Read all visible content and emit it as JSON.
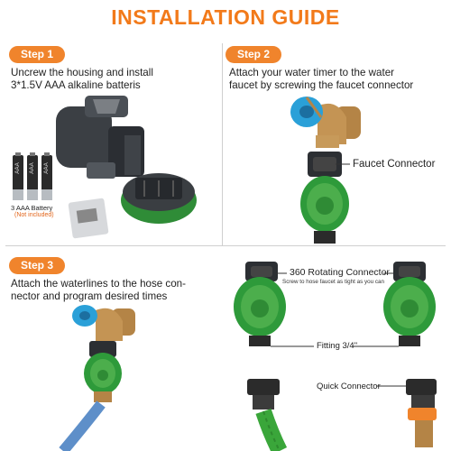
{
  "header": {
    "title": "INSTALLATION GUIDE"
  },
  "steps": [
    {
      "badge": "Step 1",
      "lines": [
        "Uncrew the housing and install",
        "3*1.5V AAA alkaline batteris"
      ]
    },
    {
      "badge": "Step 2",
      "lines": [
        "Attach your water timer to the water",
        "faucet by screwing the faucet connector"
      ]
    },
    {
      "badge": "Step 3",
      "lines": [
        "Attach the waterlines to the hose con-",
        "nector and program desired times"
      ]
    }
  ],
  "battery": {
    "caption_1": "3 AAA Battery",
    "caption_2": "(Not included)",
    "cell_text": "AAA"
  },
  "labels": {
    "faucet_connector": "Faucet Connector",
    "rotating_connector": "360 Rotating Connector",
    "rotating_note": "Screw to hose faucet as tight as you can",
    "fitting": "Fitting 3/4\"",
    "quick_connector": "Quick Connector"
  },
  "colors": {
    "accent": "#f27a1a",
    "badge": "#f0842c",
    "timer_green": "#2e9a3a",
    "brass": "#b98a4c",
    "valve_blue": "#2aa0d8"
  }
}
